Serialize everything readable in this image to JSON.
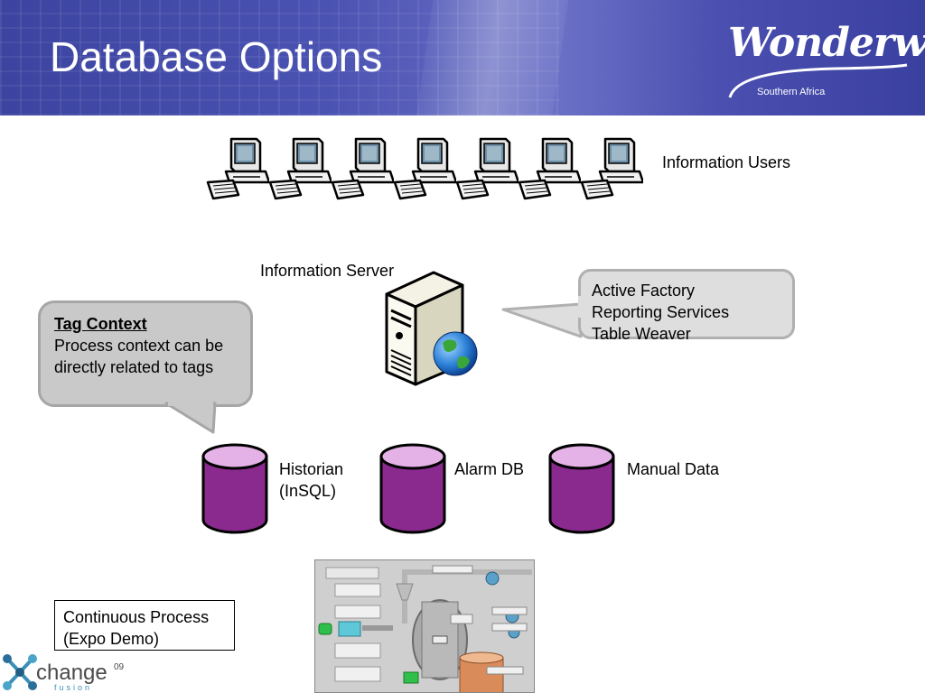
{
  "header": {
    "title": "Database Options",
    "logo_text": "Wonderware",
    "logo_subtitle": "Southern Africa"
  },
  "users": {
    "label": "Information Users",
    "count": 7
  },
  "server": {
    "label": "Information Server"
  },
  "tag_context": {
    "heading": "Tag Context",
    "line1": "Process context can be",
    "line2": "directly related to tags"
  },
  "tools": {
    "line1": "Active Factory",
    "line2": "Reporting Services",
    "line3": "Table Weaver"
  },
  "databases": [
    {
      "line1": "Historian",
      "line2": "(InSQL)"
    },
    {
      "line1": "Alarm DB",
      "line2": ""
    },
    {
      "line1": "Manual Data",
      "line2": ""
    }
  ],
  "process": {
    "line1": "Continuous Process",
    "line2": "(Expo Demo)"
  },
  "footer": {
    "logo_main": "change",
    "logo_year": "09",
    "logo_sub": "fusion"
  },
  "colors": {
    "db_fill": "#8a2a8e",
    "db_top": "#e4b2e6",
    "banner": "#4a52b2"
  }
}
